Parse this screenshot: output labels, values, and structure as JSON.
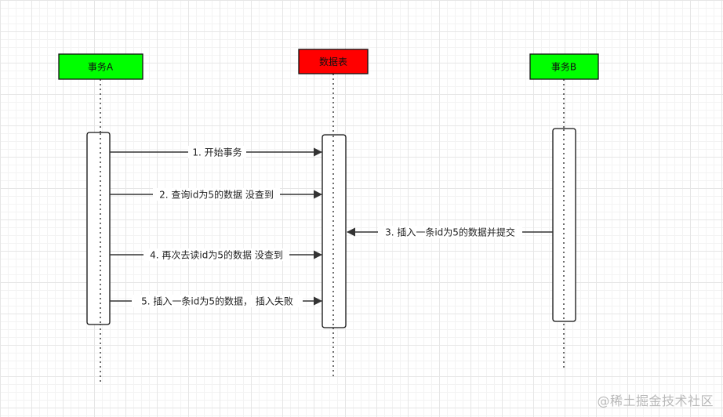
{
  "participants": [
    {
      "label": "事务A",
      "color": "#00ff00"
    },
    {
      "label": "数据表",
      "color": "#ff0000"
    },
    {
      "label": "事务B",
      "color": "#00ff00"
    }
  ],
  "messages": [
    {
      "label": "1. 开始事务"
    },
    {
      "label": "2. 查询id为5的数据 没查到"
    },
    {
      "label": "3. 插入一条id为5的数据并提交"
    },
    {
      "label": "4. 再次去读id为5的数据 没查到"
    },
    {
      "label": "5. 插入一条id为5的数据，  插入失败"
    }
  ],
  "watermark": "@稀土掘金技术社区"
}
